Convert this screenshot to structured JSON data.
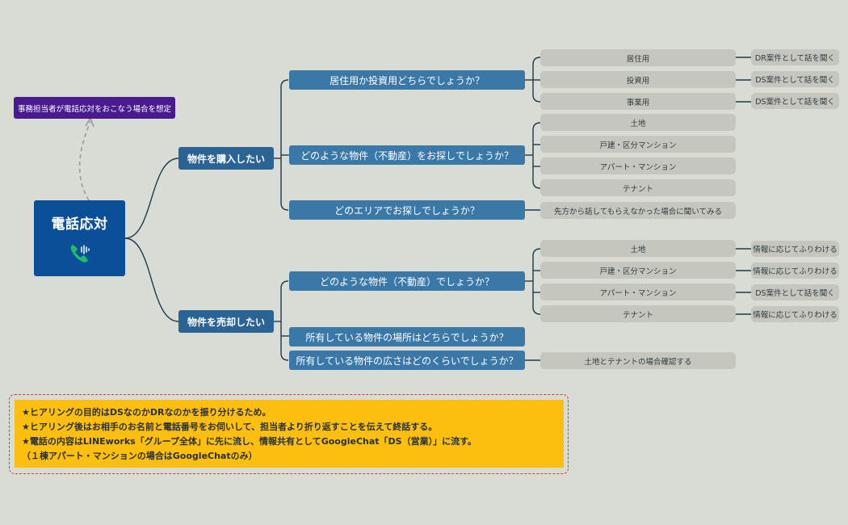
{
  "root": {
    "title": "電話応対"
  },
  "note": "事務担当者が電話応対をおこなう場合を想定",
  "buy": {
    "label": "物件を購入したい",
    "q1": {
      "label": "居住用か投資用どちらでしょうか？",
      "items": [
        {
          "label": "居住用",
          "note": "DR案件として話を聞く"
        },
        {
          "label": "投資用",
          "note": "DS案件として話を聞く"
        },
        {
          "label": "事業用",
          "note": "DS案件として話を聞く"
        }
      ]
    },
    "q2": {
      "label": "どのような物件（不動産）をお探しでしょうか？",
      "items": [
        "土地",
        "戸建・区分マンション",
        "アパート・マンション",
        "テナント"
      ]
    },
    "q3": {
      "label": "どのエリアでお探しでしょうか？",
      "note": "先方から話してもらえなかった場合に聞いてみる"
    }
  },
  "sell": {
    "label": "物件を売却したい",
    "q1": {
      "label": "どのような物件（不動産）でしょうか？",
      "items": [
        {
          "label": "土地",
          "note": "情報に応じてふりわける"
        },
        {
          "label": "戸建・区分マンション",
          "note": "情報に応じてふりわける"
        },
        {
          "label": "アパート・マンション",
          "note": "DS案件として話を聞く"
        },
        {
          "label": "テナント",
          "note": "情報に応じてふりわける"
        }
      ]
    },
    "q2": {
      "label": "所有している物件の場所はどちらでしょうか？"
    },
    "q3": {
      "label": "所有している物件の広さはどのくらいでしょうか？",
      "note": "土地とテナントの場合確認する"
    }
  },
  "memo": [
    "★ヒアリングの目的はDSなのかDRなのかを振り分けるため。",
    "★ヒアリング後はお相手のお名前と電話番号をお伺いして、担当者より折り返すことを伝えて終話する。",
    "★電話の内容はLINEworks「グループ全体」に先に流し、情報共有としてGoogleChat「DS（営業）」に流す。",
    "（１棟アパート・マンションの場合はGoogleChatのみ）"
  ],
  "colors": {
    "root": "#0a4f98",
    "level1": "#2b6394",
    "level2": "#3a78a8",
    "leaf": "#c5c7bf",
    "note_tag": "#4a1b8f",
    "memo": "#fdbf0f",
    "link": "#1e3a4a"
  }
}
